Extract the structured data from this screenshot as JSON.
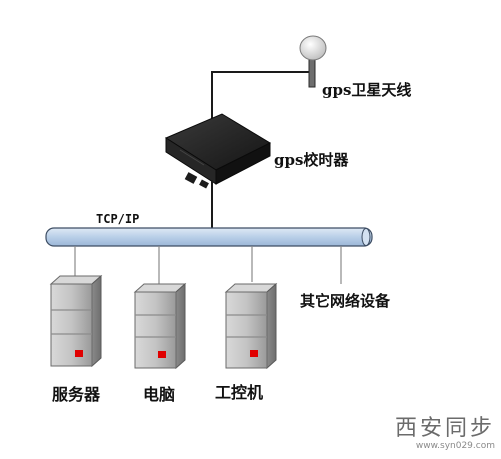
{
  "labels": {
    "antenna": "gps卫星天线",
    "timeserver": "gps校时器",
    "bus": "TCP/IP",
    "other_devices": "其它网络设备",
    "server": "服务器",
    "computer": "电脑",
    "industrial": "工控机"
  },
  "watermark": {
    "name": "西安同步",
    "url": "www.syn029.com"
  },
  "colors": {
    "bus_fill": "#c2d6ec",
    "bus_stroke": "#3d4d63",
    "device_dark": "#1c1c1c",
    "indicator_red": "#e00000"
  }
}
